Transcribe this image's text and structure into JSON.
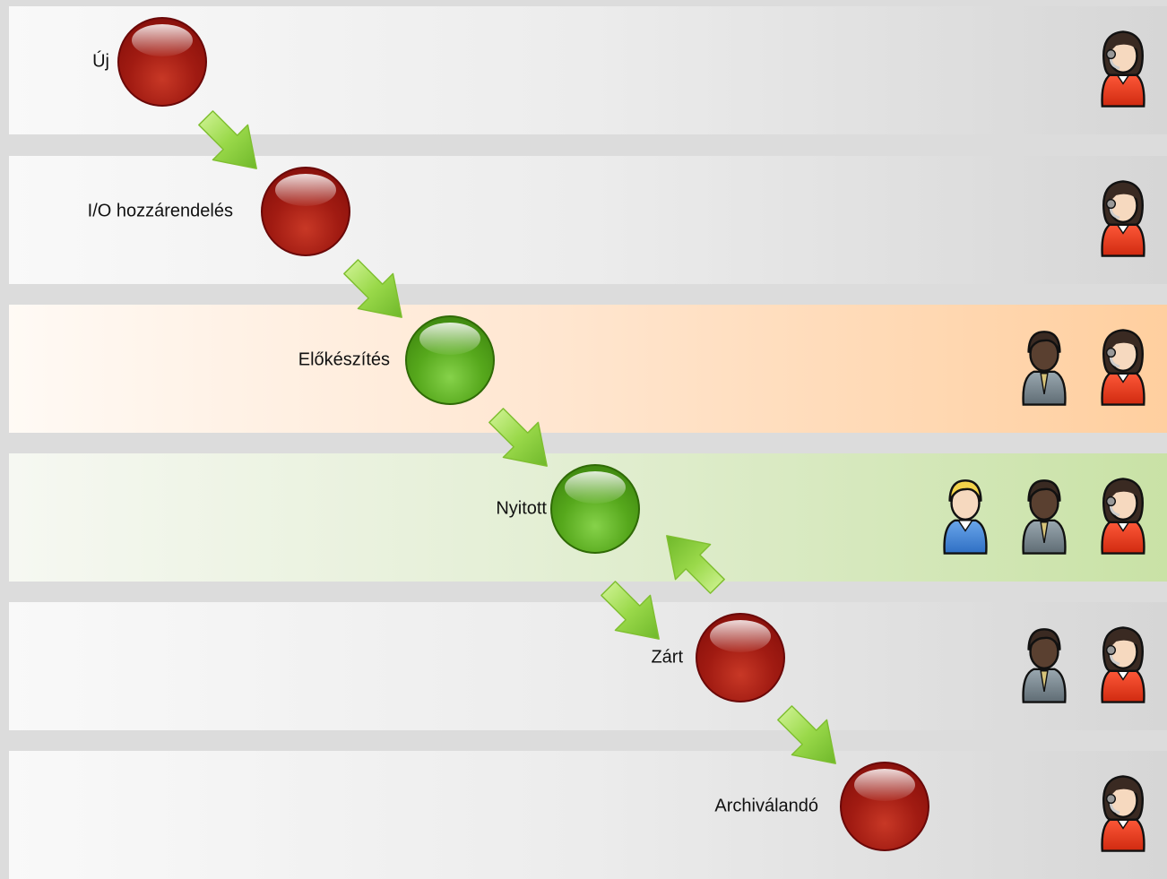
{
  "stages": [
    {
      "label": "Új",
      "status": "red",
      "band": "neutral"
    },
    {
      "label": "I/O hozzárendelés",
      "status": "red",
      "band": "neutral"
    },
    {
      "label": "Előkészítés",
      "status": "green",
      "band": "orange"
    },
    {
      "label": "Nyitott",
      "status": "green",
      "band": "green"
    },
    {
      "label": "Zárt",
      "status": "red",
      "band": "neutral"
    },
    {
      "label": "Archiválandó",
      "status": "red",
      "band": "neutral"
    }
  ],
  "stage_roles": [
    [
      "operator-icon"
    ],
    [
      "operator-icon"
    ],
    [
      "manager-icon",
      "operator-icon"
    ],
    [
      "user-icon",
      "manager-icon",
      "operator-icon"
    ],
    [
      "manager-icon",
      "operator-icon"
    ],
    [
      "operator-icon"
    ]
  ],
  "colors": {
    "red_status": "#a11b12",
    "green_status": "#56a81c",
    "arrow": "#8fd43a",
    "orange_band": "#ffcf9f",
    "green_band": "#c9e2a6"
  }
}
